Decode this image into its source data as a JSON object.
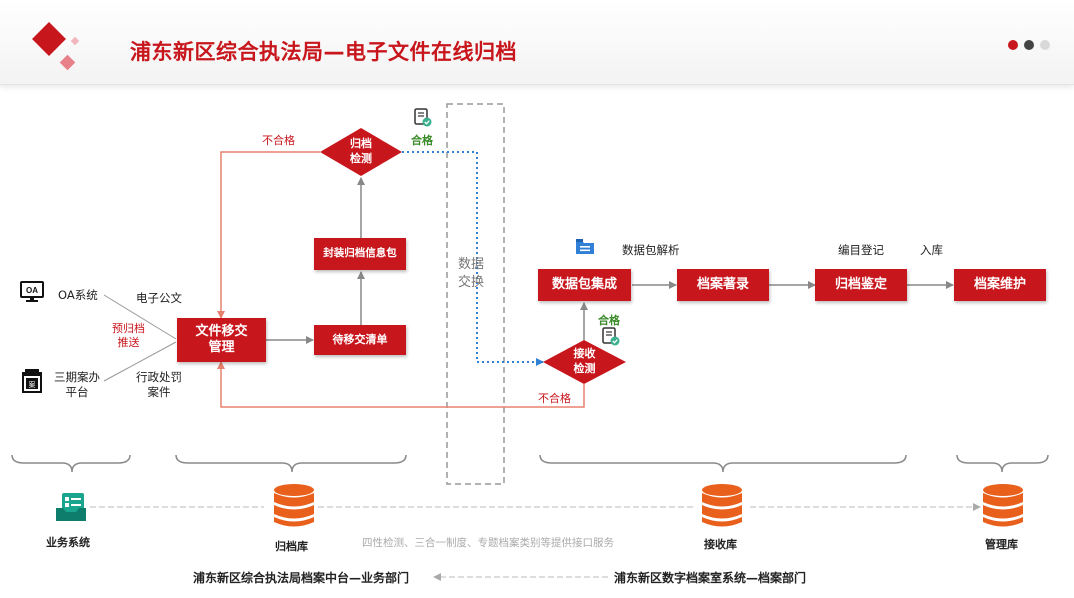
{
  "header": {
    "title": "浦东新区综合执法局—电子文件在线归档",
    "dot_colors": [
      "#c8161d",
      "#444444",
      "#d9d9d9"
    ]
  },
  "colors": {
    "primary_red": "#c8161d",
    "line_red": "#e8806f",
    "line_gray": "#888888",
    "dotted_blue": "#2f80d6",
    "db_orange": "#e8601c",
    "pass_green": "#3b8b2a"
  },
  "sources": {
    "oa": {
      "label": "OA系统",
      "icon": "oa-monitor-icon"
    },
    "case": {
      "label": "三期案办\n平台",
      "icon": "case-platform-icon"
    },
    "edoc": "电子公文",
    "penalty": "行政处罚\n案件",
    "pre_archive": "预归档\n推送"
  },
  "boxes": {
    "transfer": "文件移交\n管理",
    "pending_list": "待移交清单",
    "package": "封装归档信息包",
    "archive_check": "归档\n检测",
    "receive_check": "接收\n检测",
    "integrate": "数据包集成",
    "catalog": "档案著录",
    "appraisal": "归档鉴定",
    "maintain": "档案维护"
  },
  "labels": {
    "fail_top": "不合格",
    "pass_top": "合格",
    "fail_bottom": "不合格",
    "pass_mid": "合格",
    "exchange": "数据\n交换",
    "parse": "数据包解析",
    "register": "编目登记",
    "store": "入库"
  },
  "bottom": {
    "business_system": "业务系统",
    "archive_db": "归档库",
    "receive_db": "接收库",
    "manage_db": "管理库",
    "interface_note": "四性检测、三合一制度、专题档案类别等提供接口服务",
    "dept_left": "浦东新区综合执法局档案中台—业务部门",
    "dept_right": "浦东新区数字档案室系统—档案部门"
  }
}
